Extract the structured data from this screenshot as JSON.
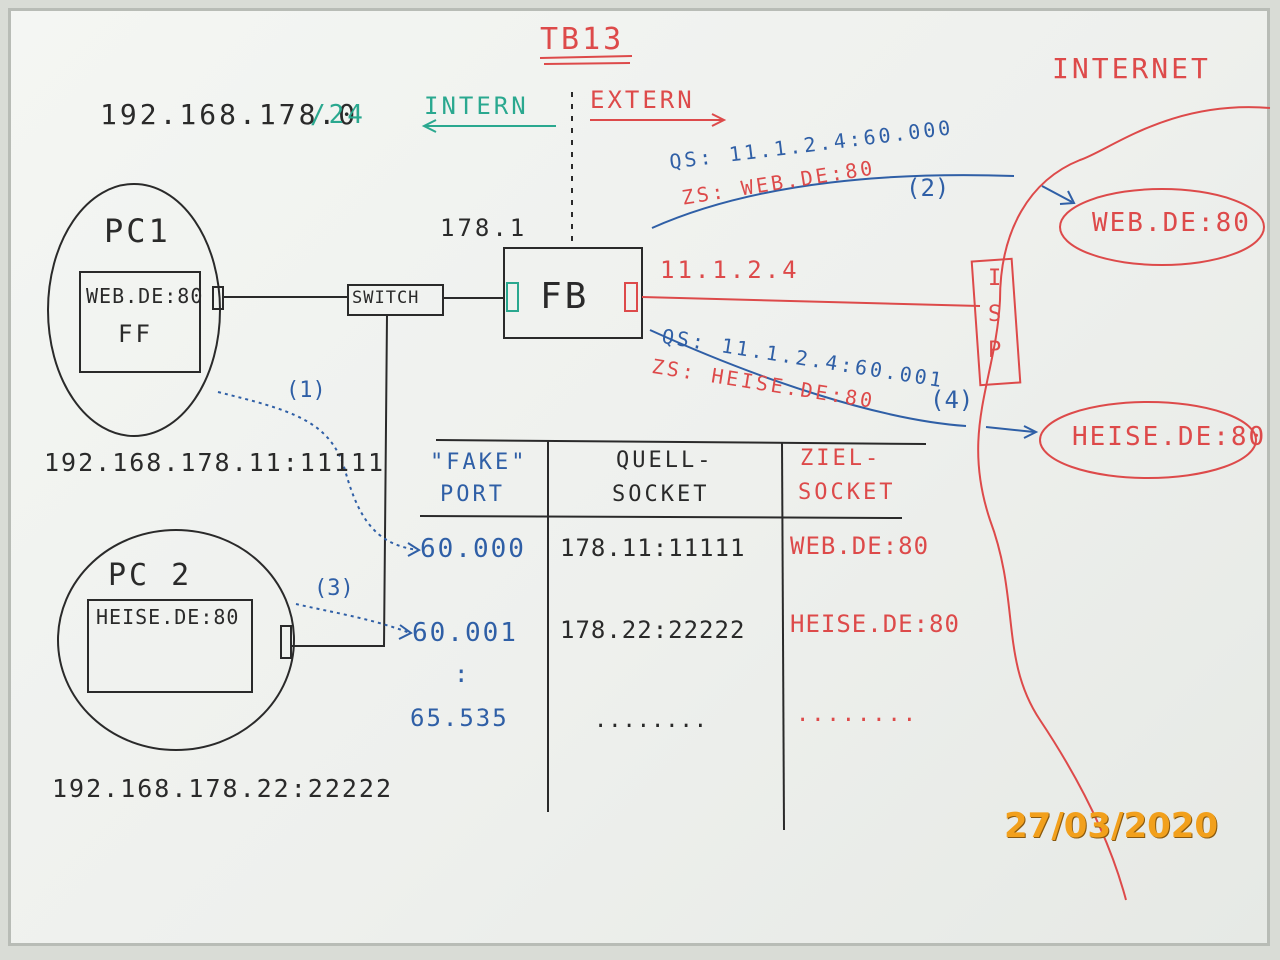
{
  "title": "TB13",
  "network": "192.168.178.0",
  "mask": "/24",
  "intern": "INTERN",
  "extern": "EXTERN",
  "internet": "INTERNET",
  "pc1": {
    "name": "PC1",
    "window_line1": "WEB.DE:80",
    "window_line2": "FF",
    "address": "192.168.178.11:11111"
  },
  "pc2": {
    "name": "PC 2",
    "window_line1": "HEISE.DE:80",
    "address": "192.168.178.22:22222"
  },
  "switch": "SWITCH",
  "router": {
    "name": "FB",
    "internal_ip": "178.1",
    "external_ip": "11.1.2.4"
  },
  "isp": [
    "I",
    "S",
    "P"
  ],
  "connection_1": {
    "qs": "QS: 11.1.2.4:60.000",
    "zs": "ZS: WEB.DE:80",
    "step": "(2)"
  },
  "connection_2": {
    "qs": "QS: 11.1.2.4:60.001",
    "zs": "ZS: HEISE.DE:80",
    "step": "(4)"
  },
  "step_1": "(1)",
  "step_3": "(3)",
  "server_web": "WEB.DE:80",
  "server_heise": "HEISE.DE:80",
  "table": {
    "headers": [
      [
        "\"FAKE\"",
        "PORT"
      ],
      [
        "QUELL-",
        "SOCKET"
      ],
      [
        "ZIEL-",
        "SOCKET"
      ]
    ],
    "rows": [
      [
        "60.000",
        "178.11:11111",
        "WEB.DE:80"
      ],
      [
        "60.001",
        "178.22:22222",
        "HEISE.DE:80"
      ],
      [
        "65.535",
        "........",
        "........"
      ]
    ],
    "ellipsis": ":"
  },
  "date": "27/03/2020",
  "colors": {
    "black_marker": "#2a2a2a",
    "red_marker": "#dd4a4a",
    "blue_marker": "#2f5fa6",
    "green_marker": "#2aa88f",
    "date_stamp": "#f2a01c"
  }
}
